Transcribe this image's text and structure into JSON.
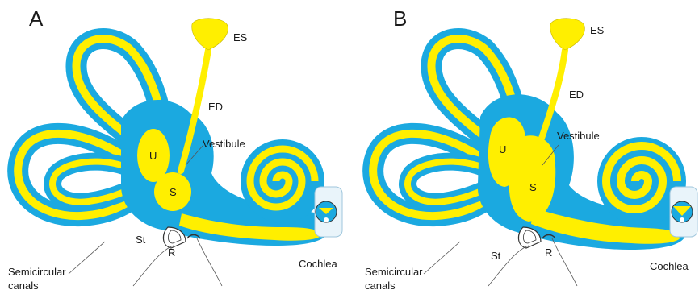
{
  "colors": {
    "perilymph": "#1ba9e0",
    "endolymph": "#ffef00",
    "outline": "#1a1a1a",
    "background": "#ffffff"
  },
  "panels": [
    {
      "id": "A",
      "label": "A",
      "labels": {
        "es": "ES",
        "ed": "ED",
        "vestibule": "Vestibule",
        "u": "U",
        "s": "S",
        "st": "St",
        "r": "R",
        "cochlea": "Cochlea",
        "semicircular_1": "Semicircular",
        "semicircular_2": "canals"
      }
    },
    {
      "id": "B",
      "label": "B",
      "labels": {
        "es": "ES",
        "ed": "ED",
        "vestibule": "Vestibule",
        "u": "U",
        "s": "S",
        "st": "St",
        "r": "R",
        "cochlea": "Cochlea",
        "semicircular_1": "Semicircular",
        "semicircular_2": "canals"
      }
    }
  ]
}
